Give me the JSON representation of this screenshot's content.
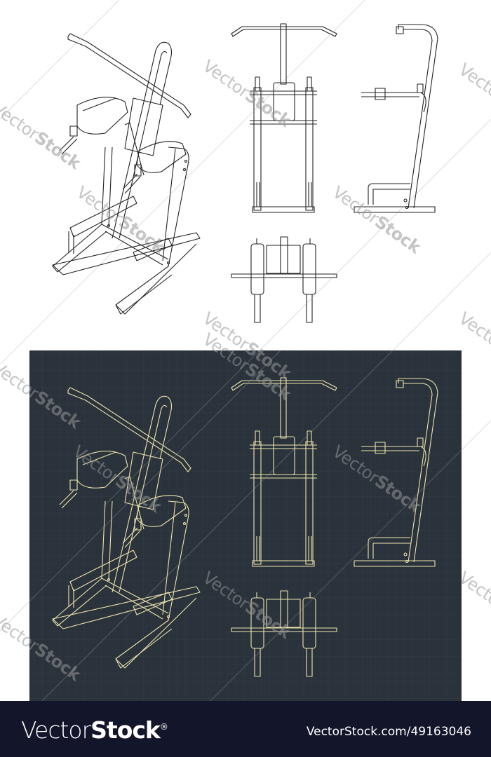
{
  "watermark": {
    "thin": "Vector",
    "bold": "Stock",
    "mark": "®"
  },
  "footer": {
    "logo_thin": "Vector",
    "logo_bold": "Stock",
    "logo_mark": "®",
    "url": "VectorStock.com/49163046"
  },
  "colors": {
    "light_bg": "#ffffff",
    "light_line": "#222222",
    "dark_bg": "#2a333b",
    "dark_line": "#efe3ad",
    "footer_bg": "#13152a"
  },
  "views": [
    "isometric",
    "front",
    "side",
    "top"
  ]
}
